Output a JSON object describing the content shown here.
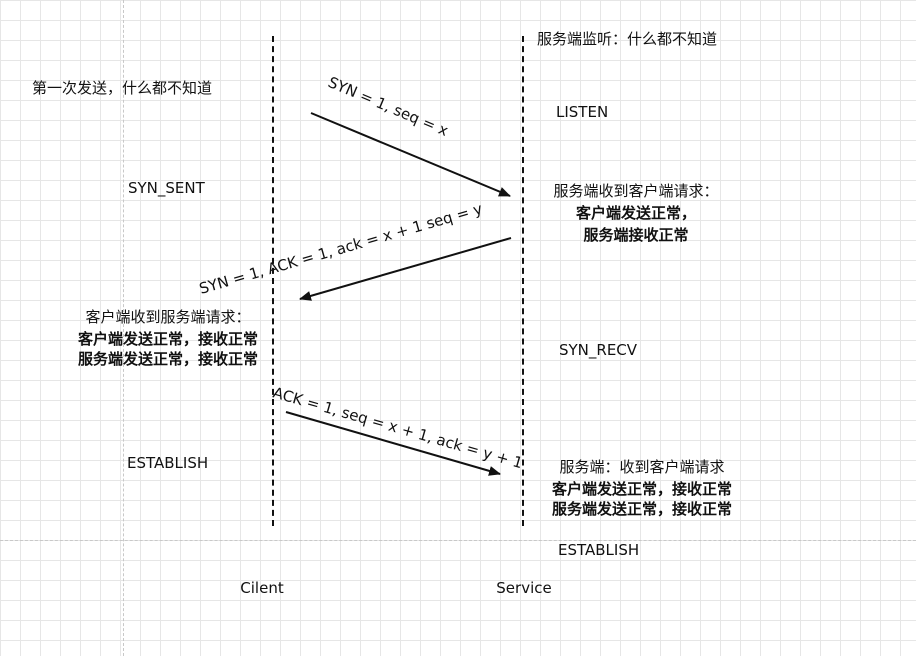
{
  "client_note": "第一次发送，什么都不知道",
  "server_note": "服务端监听：什么都不知道",
  "states": {
    "listen": "LISTEN",
    "syn_sent": "SYN_SENT",
    "syn_recv": "SYN_RECV",
    "client_establish": "ESTABLISH",
    "server_establish": "ESTABLISH"
  },
  "messages": {
    "syn": "SYN = 1, seq = x",
    "syn_ack": "SYN = 1, ACK = 1, ack = x + 1 seq = y",
    "ack": "ACK = 1, seq = x + 1, ack = y + 1"
  },
  "server_receive_1": {
    "title": "服务端收到客户端请求：",
    "line1": "客户端发送正常，",
    "line2": "服务端接收正常"
  },
  "client_receive": {
    "title": "客户端收到服务端请求：",
    "line1": "客户端发送正常，接收正常",
    "line2": "服务端发送正常，接收正常"
  },
  "server_receive_2": {
    "title": "服务端：收到客户端请求",
    "line1": "客户端发送正常，接收正常",
    "line2": "服务端发送正常，接收正常"
  },
  "lifelines": {
    "client": "Cilent",
    "server": "Service"
  }
}
